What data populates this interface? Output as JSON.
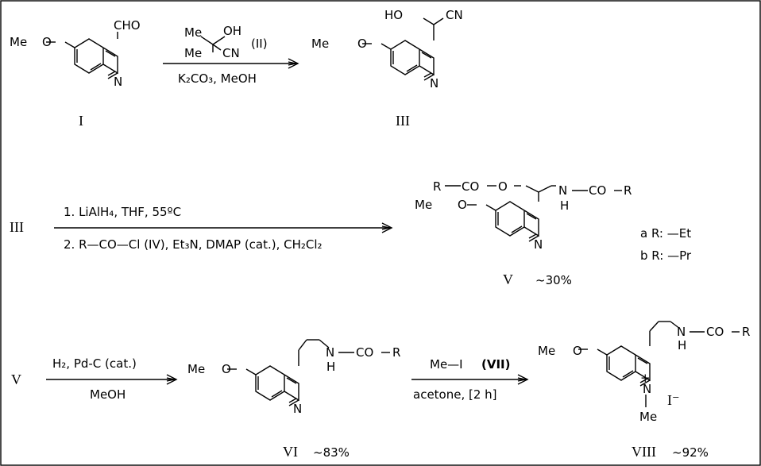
{
  "compounds": {
    "c1": {
      "label": "I",
      "cho": "CHO",
      "meo": "Me",
      "o": "O",
      "n": "N"
    },
    "c3": {
      "label": "III",
      "ho": "HO",
      "cn": "CN",
      "meo": "Me",
      "o": "O",
      "n": "N"
    },
    "c5": {
      "label": "V",
      "yield": "~30%",
      "r1": "R",
      "co": "CO",
      "o": "O",
      "nh_n": "N",
      "nh_h": "H",
      "co2": "CO",
      "r2": "R",
      "meo": "Me",
      "o2": "O",
      "n": "N"
    },
    "c6": {
      "label": "VI",
      "yield": "~83%",
      "nh_n": "N",
      "nh_h": "H",
      "co": "CO",
      "r": "R",
      "meo": "Me",
      "o": "O",
      "n": "N"
    },
    "c8": {
      "label": "VIII",
      "yield": "~92%",
      "nh_n": "N",
      "nh_h": "H",
      "co": "CO",
      "r": "R",
      "meo": "Me",
      "o": "O",
      "n": "N",
      "plus": "+",
      "nme": "Me",
      "iodide": "I⁻"
    }
  },
  "r_groups": [
    "a R: —Et",
    "b R: —Pr"
  ],
  "reactions": {
    "r1": {
      "reagent_oh": "OH",
      "reagent_me1": "Me",
      "reagent_me2": "Me",
      "reagent_cn": "CN",
      "reagent_label": "(II)",
      "below": "K₂CO₃,  MeOH"
    },
    "r2": {
      "start_label": "III",
      "above": "1. LiAlH₄,  THF,  55ºC",
      "below": "2. R—CO—Cl  (IV), Et₃N, DMAP (cat.), CH₂Cl₂"
    },
    "r3": {
      "start_label": "V",
      "above": "H₂, Pd-C (cat.)",
      "below": "MeOH"
    },
    "r4": {
      "above_reagent": "Me—I",
      "above_label": "(VII)",
      "below": "acetone, [2 h]"
    }
  }
}
